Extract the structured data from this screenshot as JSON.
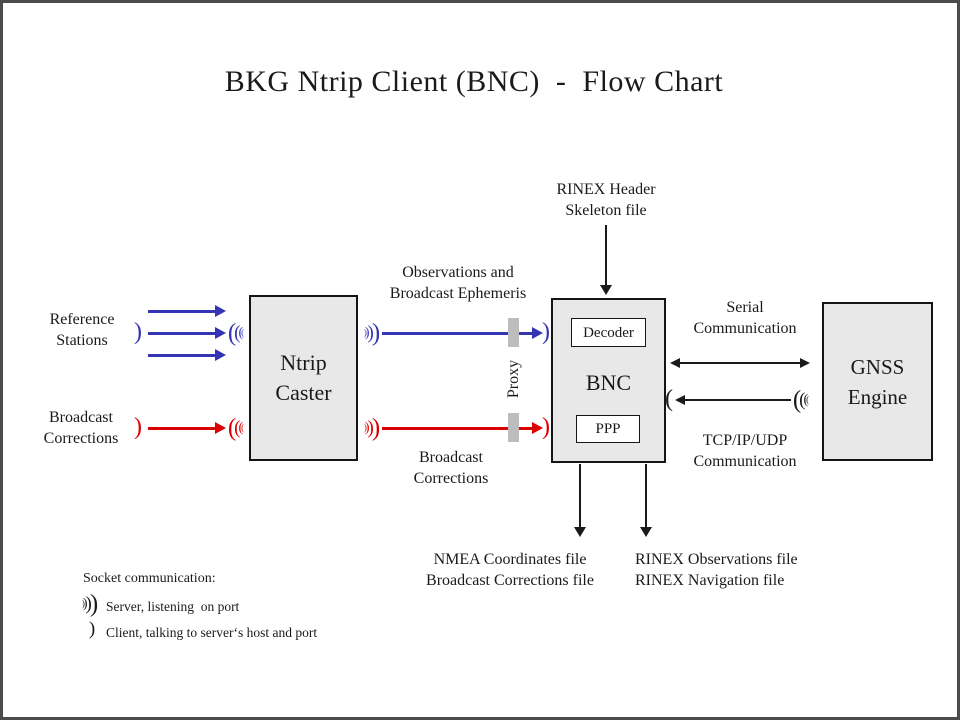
{
  "title": "BKG Ntrip Client (BNC)  -  Flow Chart",
  "colors": {
    "arrow_blue": "#3434b4",
    "arrow_red": "#dd0000",
    "box_fill": "#e8e8e8",
    "proxy_bar": "#bdbdbd",
    "frame": "#4b4b4b"
  },
  "sources": {
    "reference_stations": [
      "Reference",
      "Stations"
    ],
    "broadcast_corrections": [
      "Broadcast",
      "Corrections"
    ]
  },
  "boxes": {
    "ntrip_caster": [
      "Ntrip",
      "Caster"
    ],
    "bnc": {
      "title": "BNC",
      "decoder": "Decoder",
      "ppp": "PPP"
    },
    "gnss_engine": [
      "GNSS",
      "Engine"
    ]
  },
  "flows": {
    "obs_ephemeris": [
      "Observations and",
      "Broadcast Ephemeris"
    ],
    "broadcast_corrections": [
      "Broadcast",
      "Corrections"
    ],
    "rinex_header": [
      "RINEX Header",
      "Skeleton file"
    ],
    "serial": [
      "Serial",
      "Communication"
    ],
    "tcp": [
      "TCP/IP/UDP",
      "Communication"
    ],
    "proxy": "Proxy"
  },
  "outputs": {
    "nmea": [
      "NMEA Coordinates file",
      "Broadcast Corrections file"
    ],
    "rinex": [
      "RINEX Observations file",
      "RINEX Navigation file"
    ]
  },
  "legend": {
    "heading": "Socket communication:",
    "server": "Server, listening  on port",
    "client": "Client, talking to server‘s host and port"
  }
}
